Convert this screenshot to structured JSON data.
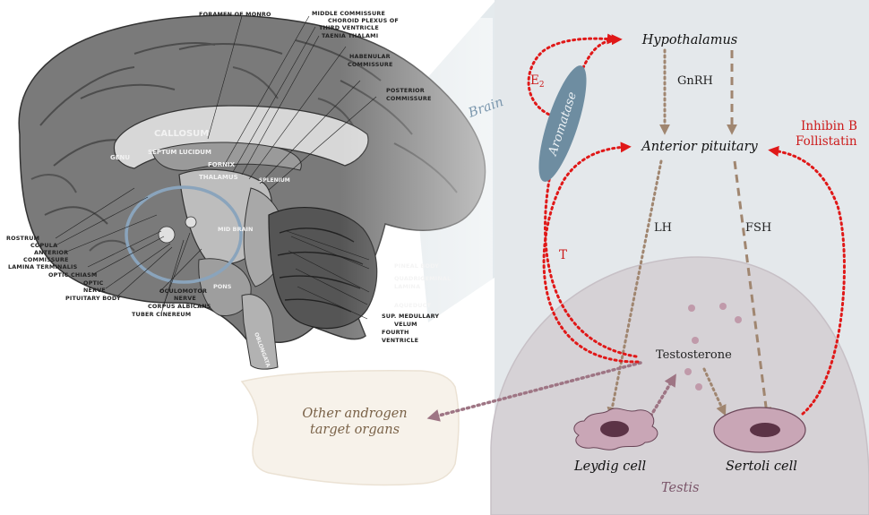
{
  "brain_labels": {
    "left": [
      "ROSTRUM",
      "COPULA",
      "ANTERIOR",
      "COMMISSURE",
      "LAMINA TERMINALIS",
      "OPTIC CHIASM",
      "OPTIC",
      "NERVE",
      "PITUITARY BODY"
    ],
    "top": [
      "FORAMEN OF MONRO",
      "MIDDLE COMMISSURE",
      "CHOROID PLEXUS OF",
      "THIRD VENTRICLE",
      "TAENIA THALAMI",
      "HABENULAR",
      "COMMISSURE",
      "POSTERIOR",
      "COMMISSURE"
    ],
    "bottom": [
      "OCULOMOTOR",
      "NERVE",
      "CORPUS ALBICANS",
      "TUBER CINEREUM"
    ],
    "right": [
      "PINEAL BODY",
      "QUADRIGEMINAL",
      "LAMINA",
      "AQUEDUCT",
      "SUP. MEDULLARY",
      "VELUM",
      "FOURTH",
      "VENTRICLE"
    ],
    "inside": [
      "CALLOSUM",
      "GENU",
      "SEPTUM LUCIDUM",
      "FORNIX",
      "THALAMUS",
      "SPLENIUM",
      "MID BRAIN",
      "PONS",
      "OBLONGATA"
    ]
  },
  "diagram": {
    "brain_label": "Brain",
    "hypothalamus": "Hypothalamus",
    "anterior_pituitary": "Anterior pituitary",
    "gnrh": "GnRH",
    "lh": "LH",
    "fsh": "FSH",
    "aromatase": "Aromatase",
    "e2": "E",
    "e2_sub": "2",
    "t_label": "T",
    "inhibin": "Inhibin B",
    "follistatin": "Follistatin",
    "testosterone": "Testosterone",
    "leydig": "Leydig cell",
    "sertoli": "Sertoli cell",
    "testis": "Testis",
    "other_organs_line1": "Other androgen",
    "other_organs_line2": "target organs"
  },
  "colors": {
    "panel_bg": "#e4e8eb",
    "testis_fill": "#d6d2d6",
    "feedback_red": "#e01818",
    "hormone_brown": "#a08670",
    "testosterone_mauve": "#9e7584",
    "aromatase_blue": "#6e8da1",
    "cell_pink": "#c9a6b6",
    "nucleus": "#5c3346",
    "organ_fill": "#f7f2ea",
    "brain_gray": "#6d6d6d"
  }
}
